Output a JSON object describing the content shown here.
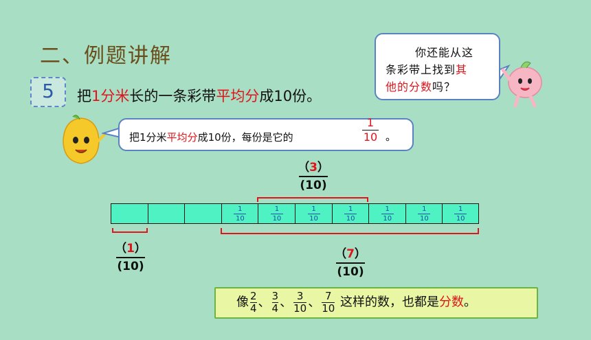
{
  "title": "二、例题讲解",
  "example_number": "5",
  "problem": {
    "prefix": "把",
    "highlight1": "1分米",
    "mid": "长的一条彩带",
    "highlight2": "平均分",
    "suffix": "成10份。"
  },
  "bubble_top": {
    "line1": "你还能从这",
    "line2": "条彩带上找到",
    "line2_red": "其",
    "line3_red": "他的分数",
    "line3_end": "吗？"
  },
  "bubble_mid": {
    "prefix": "把1分米",
    "highlight": "平均分",
    "mid": "成10份，每份是它的",
    "frac_num": "1",
    "frac_den": "10",
    "end": "。"
  },
  "strip": {
    "cells": 10,
    "cell_fraction_num": "1",
    "cell_fraction_den": "10"
  },
  "labels": {
    "one_tenth": {
      "open": "（",
      "num": "1",
      "close": "）",
      "den": "(10)"
    },
    "three_tenths": {
      "open": "（",
      "num": "3",
      "close": "）",
      "den": "(10)"
    },
    "seven_tenths": {
      "open": "（",
      "num": "7",
      "close": "）",
      "den": "(10)"
    }
  },
  "summary": {
    "prefix": "像",
    "fractions": [
      {
        "num": "2",
        "den": "4"
      },
      {
        "num": "3",
        "den": "4"
      },
      {
        "num": "3",
        "den": "10"
      },
      {
        "num": "7",
        "den": "10"
      }
    ],
    "separator": "、",
    "mid": "这样的数，也都是",
    "highlight": "分数",
    "end": "。"
  },
  "colors": {
    "background": "#a8dec4",
    "strip_fill": "#4ff2c2",
    "highlight": "#e0141a",
    "bracket": "#e0141a",
    "summary_bg": "#e9f7a4"
  }
}
